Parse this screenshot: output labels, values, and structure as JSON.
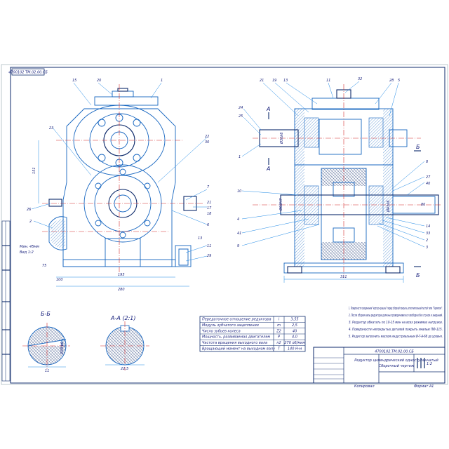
{
  "drawing": {
    "stamp_code": "4700102 ТМ.02.00.СБ",
    "scale_code": "4700102.ТМ.02.00.СБ",
    "colors": {
      "outline": "#1565c0",
      "axis": "#d32f2f",
      "text": "#1a237e",
      "hatch": "#0d2a6b"
    }
  },
  "views": {
    "front": {
      "callouts_top": [
        "15",
        "20",
        "1"
      ],
      "callouts_left": [
        "23",
        "26",
        "2"
      ],
      "callouts_right": [
        "22",
        "30",
        "7",
        "21",
        "17",
        "18",
        "6",
        "13",
        "11",
        "29"
      ],
      "dims": {
        "height": "151",
        "width_inner": "195",
        "width_total": "280",
        "left_small": "100",
        "base": "75"
      },
      "label_side_left": "Мин. 45мм",
      "label_side_left2": "Вид 1:2"
    },
    "section": {
      "cut_marker": "А",
      "cut_marker_b": "Б",
      "callouts_top": [
        "21",
        "19",
        "13",
        "11",
        "32",
        "28",
        "5"
      ],
      "callouts_left": [
        "24",
        "25",
        "1",
        "10",
        "4",
        "41",
        "9"
      ],
      "callouts_right": [
        "8",
        "27",
        "40",
        "14",
        "33",
        "2",
        "3"
      ],
      "dims": {
        "shaft_in": "Ø30k6",
        "shaft_out": "Ø45k6",
        "length": "80",
        "bore": "Ø62H7",
        "width": "311"
      }
    },
    "details": {
      "section_b_title": "Б-Б",
      "section_a_title": "А-А (2:1)",
      "dim_b_width": "11",
      "dim_b_height": "Ø38 k6",
      "dim_a_width": "22,5"
    }
  },
  "spec_table": {
    "rows": [
      {
        "name": "Передаточное отношение редуктора",
        "symbol": "i",
        "value": "3,55"
      },
      {
        "name": "Модуль зубчатого зацепления",
        "symbol": "m",
        "value": "2,5"
      },
      {
        "name": "Число зубьев колеса",
        "symbol": "Z2",
        "value": "40"
      },
      {
        "name": "Мощность, развиваемая двигателем",
        "symbol": "P",
        "value": "4,0"
      },
      {
        "name": "Частота вращения выходного вала",
        "symbol": "n2",
        "value": "270 об/мин"
      },
      {
        "name": "Вращающий момент на выходном валу",
        "symbol": "T",
        "value": "140 Н·м"
      }
    ]
  },
  "notes": [
    "1. Поверхности соединения \"корпус-крышка\" перед сборкой покрыть уплотнительной пастой типа \"Герметик\".",
    "2. После сборки валы редуктора должны проворачиваться свободно без стуков и заеданий.",
    "3. Редуктор обкатать по 10-15 мин на всех режимах нагрузки.",
    "4. Поверхности непокрытых деталей покрыть эмалью ПФ-115.",
    "5. Редуктор заполнить маслом индустриальным И-Г-А-68 до уровня."
  ],
  "title_block": {
    "title": "Редуктор цилиндрический одноступенчатый",
    "subtitle": "Сборочный чертеж",
    "sheet": "1:2",
    "format_left": "Копировал",
    "format_right": "Формат А1"
  }
}
